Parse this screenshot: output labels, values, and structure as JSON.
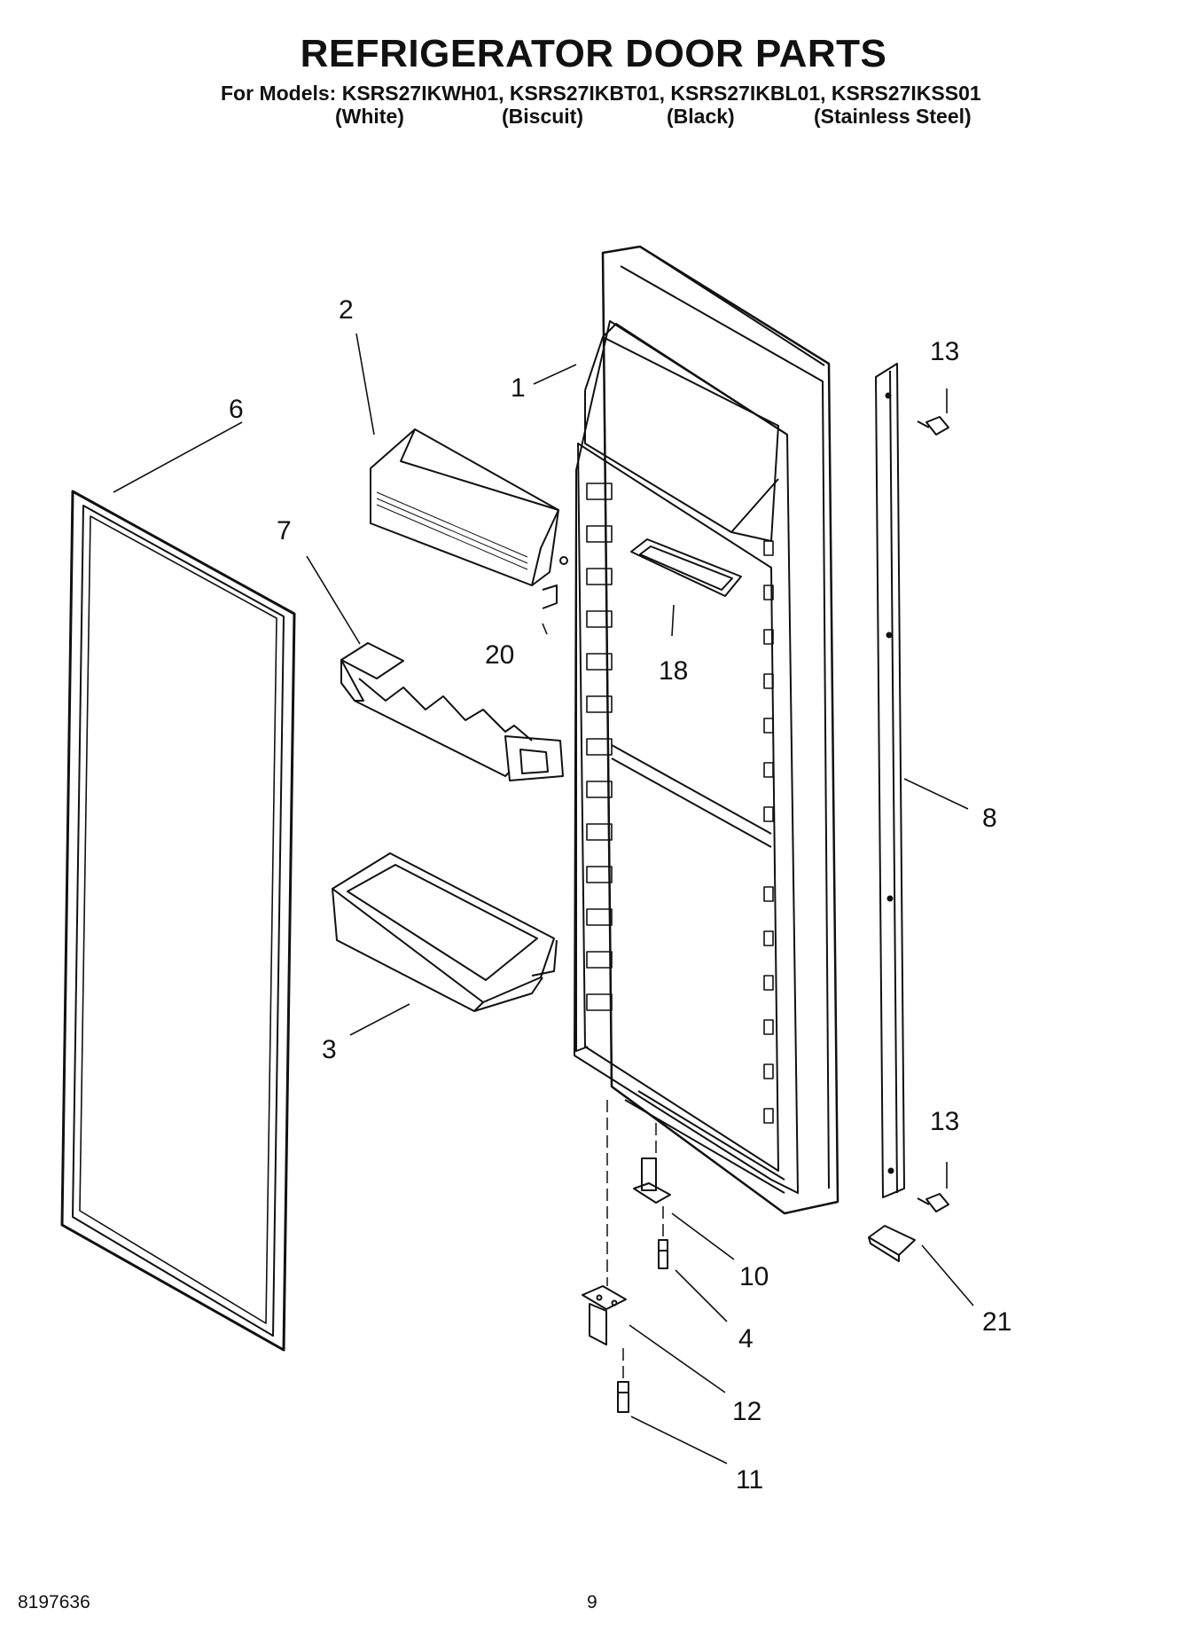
{
  "header": {
    "title": "REFRIGERATOR DOOR PARTS",
    "models_line": "For Models: KSRS27IKWH01, KSRS27IKBT01, KSRS27IKBL01, KSRS27IKSS01",
    "colors": [
      "(White)",
      "(Biscuit)",
      "(Black)",
      "(Stainless Steel)"
    ]
  },
  "callouts": [
    "1",
    "2",
    "3",
    "4",
    "6",
    "7",
    "8",
    "10",
    "11",
    "12",
    "13",
    "13",
    "18",
    "20",
    "21"
  ],
  "footer": {
    "doc_number": "8197636",
    "page_number": "9"
  }
}
